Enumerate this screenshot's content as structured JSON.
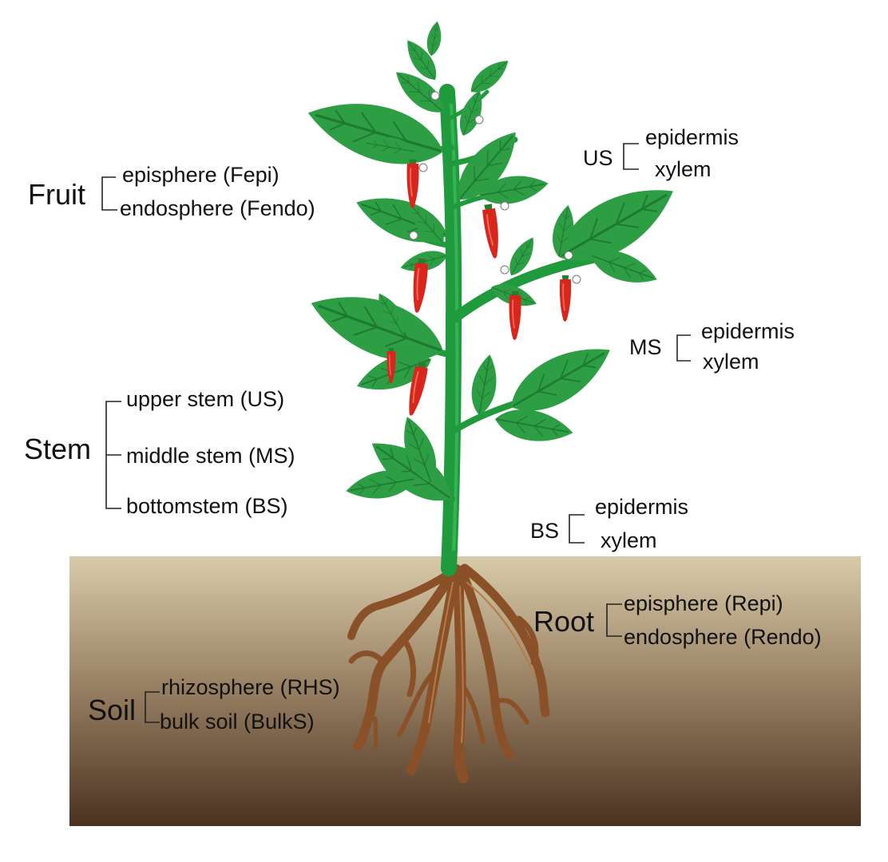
{
  "colors": {
    "leaf": "#2e9e44",
    "leaf_vein": "#1d7a30",
    "stem": "#1f9a3c",
    "pepper": "#d8261c",
    "root": "#8a5128",
    "soil_top": "#d6c8a8",
    "soil_bottom": "#4a3120"
  },
  "fruit": {
    "title": "Fruit",
    "items": [
      "episphere (Fepi)",
      "endosphere (Fendo)"
    ]
  },
  "stem": {
    "title": "Stem",
    "items": [
      "upper stem (US)",
      "middle stem (MS)",
      "bottomstem (BS)"
    ]
  },
  "us": {
    "title": "US",
    "items": [
      "epidermis",
      "xylem"
    ]
  },
  "ms": {
    "title": "MS",
    "items": [
      "epidermis",
      "xylem"
    ]
  },
  "bs": {
    "title": "BS",
    "items": [
      "epidermis",
      "xylem"
    ]
  },
  "root": {
    "title": "Root",
    "items": [
      "episphere (Repi)",
      "endosphere (Rendo)"
    ]
  },
  "soil": {
    "title": "Soil",
    "items": [
      "rhizosphere (RHS)",
      "bulk soil (BulkS)"
    ]
  }
}
